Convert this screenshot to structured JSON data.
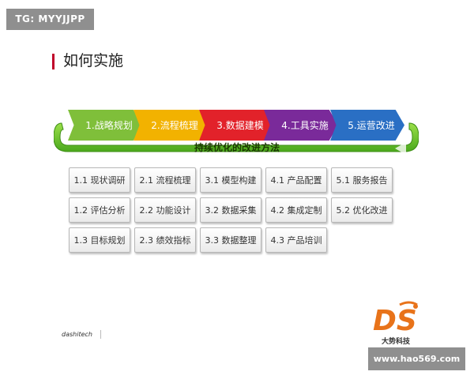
{
  "watermark": "TG: MYYJJPP",
  "title": "如何实施",
  "loop_label": "持续优化的改进方法",
  "steps": [
    {
      "label": "1.战略规划",
      "color": "#7fbf3a"
    },
    {
      "label": "2.流程梳理",
      "color": "#f2b200"
    },
    {
      "label": "3.数据建模",
      "color": "#e2222a"
    },
    {
      "label": "4.工具实施",
      "color": "#7a2a9a"
    },
    {
      "label": "5.运营改进",
      "color": "#2a6fc4"
    }
  ],
  "columns": [
    [
      "1.1 现状调研",
      "1.2 评估分析",
      "1.3 目标规划"
    ],
    [
      "2.1 流程梳理",
      "2.2 功能设计",
      "2.3 绩效指标"
    ],
    [
      "3.1 模型构建",
      "3.2 数据采集",
      "3.3 数据整理"
    ],
    [
      "4.1 产品配置",
      "4.2 集成定制",
      "4.3 产品培训"
    ],
    [
      "5.1 服务报告",
      "5.2 优化改进"
    ]
  ],
  "footer_brand": "dashitech",
  "logo_letters": "DS",
  "logo_caption": "大势科技",
  "url_watermark": "www.hao569.com"
}
